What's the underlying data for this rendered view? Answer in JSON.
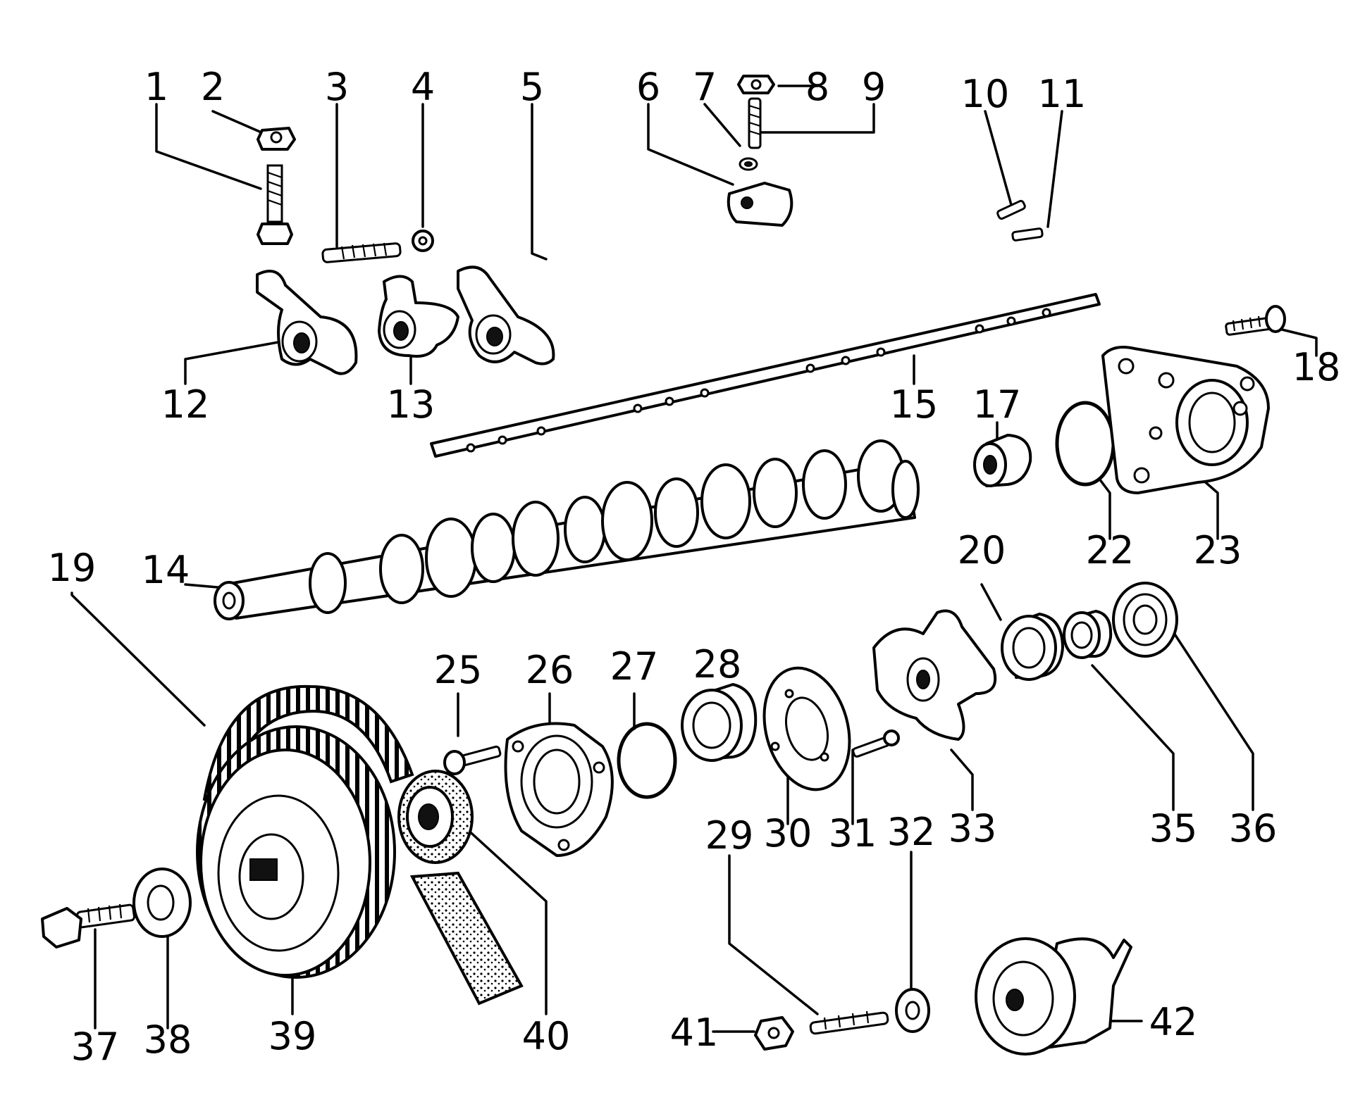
{
  "diagram": {
    "labels": [
      "1",
      "2",
      "3",
      "4",
      "5",
      "6",
      "7",
      "8",
      "9",
      "10",
      "11",
      "12",
      "13",
      "14",
      "15",
      "17",
      "18",
      "19",
      "20",
      "22",
      "23",
      "25",
      "26",
      "27",
      "28",
      "29",
      "30",
      "31",
      "32",
      "33",
      "35",
      "36",
      "37",
      "38",
      "39",
      "40",
      "41",
      "42"
    ]
  }
}
